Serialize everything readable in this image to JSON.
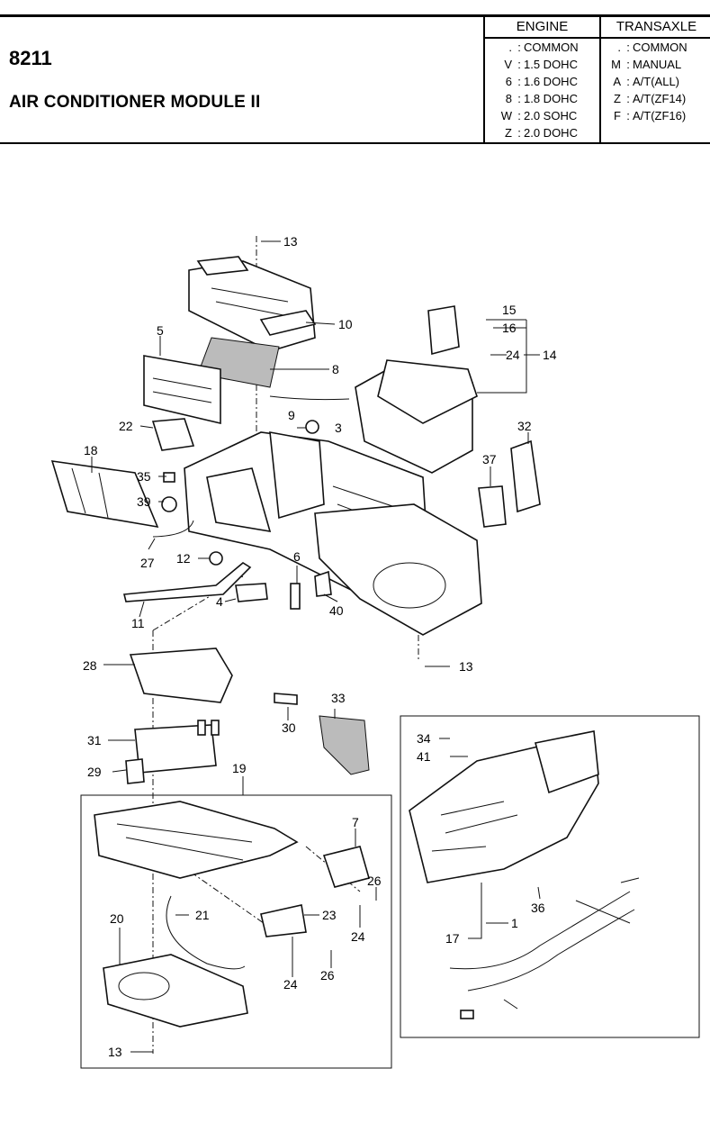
{
  "header": {
    "code": "8211",
    "title": "AIR CONDITIONER MODULE II"
  },
  "legend": {
    "engine": {
      "heading": "ENGINE",
      "rows": [
        {
          "code": ".",
          "desc": "COMMON"
        },
        {
          "code": "V",
          "desc": "1.5 DOHC"
        },
        {
          "code": "6",
          "desc": "1.6 DOHC"
        },
        {
          "code": "8",
          "desc": "1.8 DOHC"
        },
        {
          "code": "W",
          "desc": "2.0 SOHC"
        },
        {
          "code": "Z",
          "desc": "2.0 DOHC"
        }
      ]
    },
    "transaxle": {
      "heading": "TRANSAXLE",
      "rows": [
        {
          "code": ".",
          "desc": "COMMON"
        },
        {
          "code": "M",
          "desc": "MANUAL"
        },
        {
          "code": "A",
          "desc": "A/T(ALL)"
        },
        {
          "code": "Z",
          "desc": "A/T(ZF14)"
        },
        {
          "code": "F",
          "desc": "A/T(ZF16)"
        }
      ]
    }
  },
  "callouts": [
    "13",
    "10",
    "5",
    "8",
    "9",
    "3",
    "22",
    "18",
    "35",
    "39",
    "27",
    "12",
    "11",
    "4",
    "6",
    "40",
    "15",
    "16",
    "24",
    "14",
    "32",
    "37",
    "13",
    "28",
    "30",
    "33",
    "31",
    "29",
    "19",
    "7",
    "26",
    "21",
    "23",
    "24",
    "20",
    "24",
    "26",
    "13",
    "34",
    "41",
    "36",
    "17",
    "1"
  ]
}
